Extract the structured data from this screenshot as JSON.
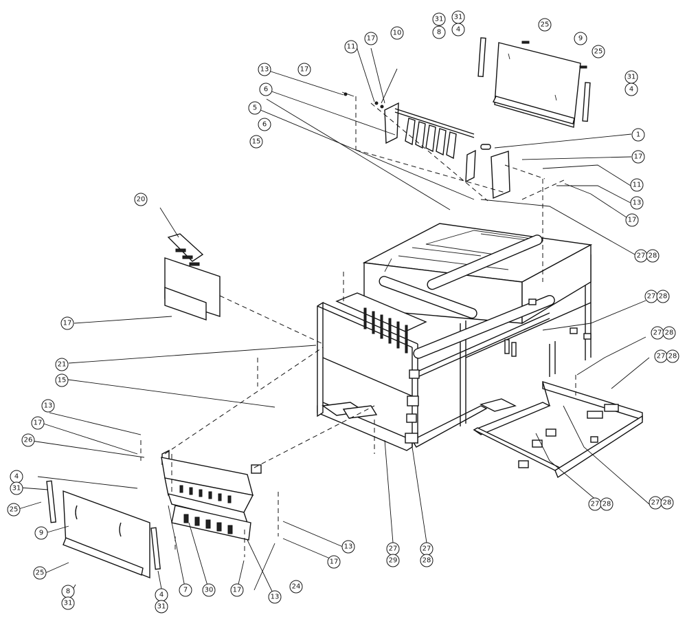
{
  "callouts": [
    {
      "id": "c1",
      "label": "1"
    },
    {
      "id": "c4a",
      "label": "4"
    },
    {
      "id": "c31a",
      "label": "31"
    },
    {
      "id": "c31a2",
      "label": "31"
    },
    {
      "id": "c4b",
      "label": "4"
    },
    {
      "id": "c31b",
      "label": "31"
    },
    {
      "id": "c5",
      "label": "5"
    },
    {
      "id": "c6a",
      "label": "6"
    },
    {
      "id": "c6b",
      "label": "6"
    },
    {
      "id": "c8a",
      "label": "8"
    },
    {
      "id": "c9a",
      "label": "9"
    },
    {
      "id": "c10",
      "label": "10"
    },
    {
      "id": "c11a",
      "label": "11"
    },
    {
      "id": "c11b",
      "label": "11"
    },
    {
      "id": "c13a",
      "label": "13"
    },
    {
      "id": "c13b",
      "label": "13"
    },
    {
      "id": "c15a",
      "label": "15"
    },
    {
      "id": "c15b",
      "label": "15"
    },
    {
      "id": "c17a",
      "label": "17"
    },
    {
      "id": "c17b",
      "label": "17"
    },
    {
      "id": "c17c",
      "label": "17"
    },
    {
      "id": "c17d",
      "label": "17"
    },
    {
      "id": "c17e",
      "label": "17"
    },
    {
      "id": "c20",
      "label": "20"
    },
    {
      "id": "c21",
      "label": "21"
    },
    {
      "id": "c25a",
      "label": "25"
    },
    {
      "id": "c25b",
      "label": "25"
    },
    {
      "id": "c27a",
      "label": "27"
    },
    {
      "id": "c28a",
      "label": "28"
    },
    {
      "id": "c27b",
      "label": "27"
    },
    {
      "id": "c28b",
      "label": "28"
    },
    {
      "id": "c27c",
      "label": "27"
    },
    {
      "id": "c28c",
      "label": "28"
    },
    {
      "id": "c27d",
      "label": "27"
    },
    {
      "id": "c28d",
      "label": "28"
    },
    {
      "id": "c27e",
      "label": "27"
    },
    {
      "id": "c28e",
      "label": "28"
    },
    {
      "id": "c27f",
      "label": "27"
    },
    {
      "id": "c28f",
      "label": "28"
    },
    {
      "id": "c13c",
      "label": "13"
    },
    {
      "id": "c17f",
      "label": "17"
    },
    {
      "id": "c26",
      "label": "26"
    },
    {
      "id": "c4c",
      "label": "4"
    },
    {
      "id": "c31c",
      "label": "31"
    },
    {
      "id": "c25c",
      "label": "25"
    },
    {
      "id": "c9b",
      "label": "9"
    },
    {
      "id": "c25d",
      "label": "25"
    },
    {
      "id": "c8b",
      "label": "8"
    },
    {
      "id": "c31d",
      "label": "31"
    },
    {
      "id": "c4d",
      "label": "4"
    },
    {
      "id": "c31e",
      "label": "31"
    },
    {
      "id": "c7",
      "label": "7"
    },
    {
      "id": "c30",
      "label": "30"
    },
    {
      "id": "c17g",
      "label": "17"
    },
    {
      "id": "c13d",
      "label": "13"
    },
    {
      "id": "c24",
      "label": "24"
    },
    {
      "id": "c13e",
      "label": "13"
    },
    {
      "id": "c17h",
      "label": "17"
    },
    {
      "id": "c27g",
      "label": "27"
    },
    {
      "id": "c29",
      "label": "29"
    },
    {
      "id": "c27h",
      "label": "27"
    },
    {
      "id": "c28h",
      "label": "28"
    }
  ]
}
